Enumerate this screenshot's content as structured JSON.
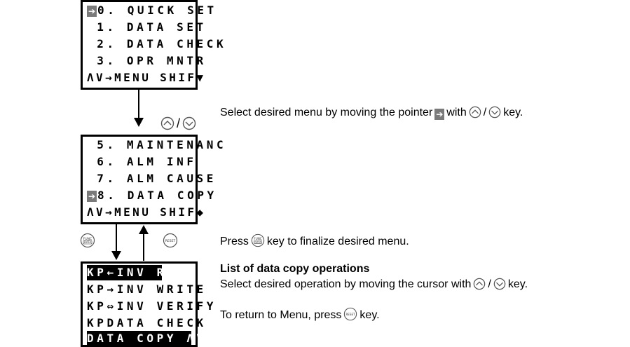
{
  "screen1": {
    "pointer_glyph": "→",
    "lines": [
      "0. QUICK SET",
      " 1. DATA SET",
      " 2. DATA CHECK",
      " 3. OPR MNTR",
      "ΛV→MENU SHIF▼"
    ]
  },
  "screen2": {
    "lines": [
      " 5. MAINTENANC",
      " 6. ALM INF",
      " 7. ALM CAUSE",
      "8. DATA COPY",
      "ΛV→MENU SHIF◆"
    ]
  },
  "screen3": {
    "lines": [
      "KP←INV READ",
      "KP→INV WRITE",
      "KP⇔INV VERIFY",
      "KPDATA CHECK",
      "DATA COPY ΛV➔"
    ]
  },
  "slash": "/",
  "captions": {
    "select_menu_a": "Select desired menu by moving the pointer",
    "select_menu_b": "with",
    "select_menu_c": "key.",
    "press_a": "Press",
    "press_b": "key to finalize desired menu.",
    "list_heading": "List of data copy operations",
    "select_op_a": "Select desired operation by moving the cursor with",
    "select_op_b": "key.",
    "return_a": "To return to Menu, press",
    "return_b": "key."
  },
  "key_labels": {
    "func_top": "FUNC",
    "func_bottom": "DATA",
    "reset": "RESET"
  },
  "icons": {
    "up": "up-key-icon",
    "down": "down-key-icon",
    "func_data": "func-data-key-icon",
    "reset": "reset-key-icon",
    "pointer": "pointer-arrow-icon"
  }
}
